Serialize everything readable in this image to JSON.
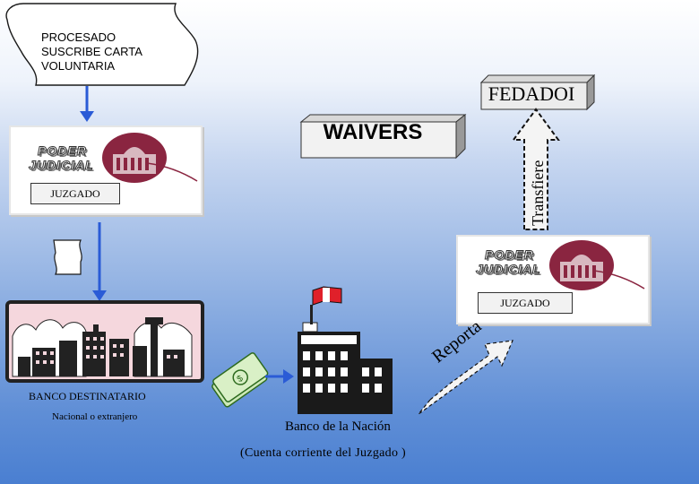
{
  "diagram": {
    "scroll_note": "PROCESADO\nSUSCRIBE CARTA\nVOLUNTARIA",
    "fedadoi": "FEDADOI",
    "waivers": "WAIVERS",
    "transfiere": "Transfiere",
    "judicial_logo_line1": "PODER",
    "judicial_logo_line2": "JUDICIAL",
    "juzgado_1": "JUZGADO",
    "juzgado_2": "JUZGADO",
    "banco_destinatario": "BANCO DESTINATARIO",
    "banco_destinatario_sub": "Nacional o extranjero",
    "banco_nacion": "Banco de la Nación",
    "banco_nacion_sub": "(Cuenta corriente  del Juzgado )",
    "reporta": "Reporta"
  },
  "colors": {
    "arrow_blue": "#2a5bd6",
    "flag_red": "#e0202a",
    "building_maroon": "#8a2540",
    "money_green": "#3c8a2a"
  }
}
